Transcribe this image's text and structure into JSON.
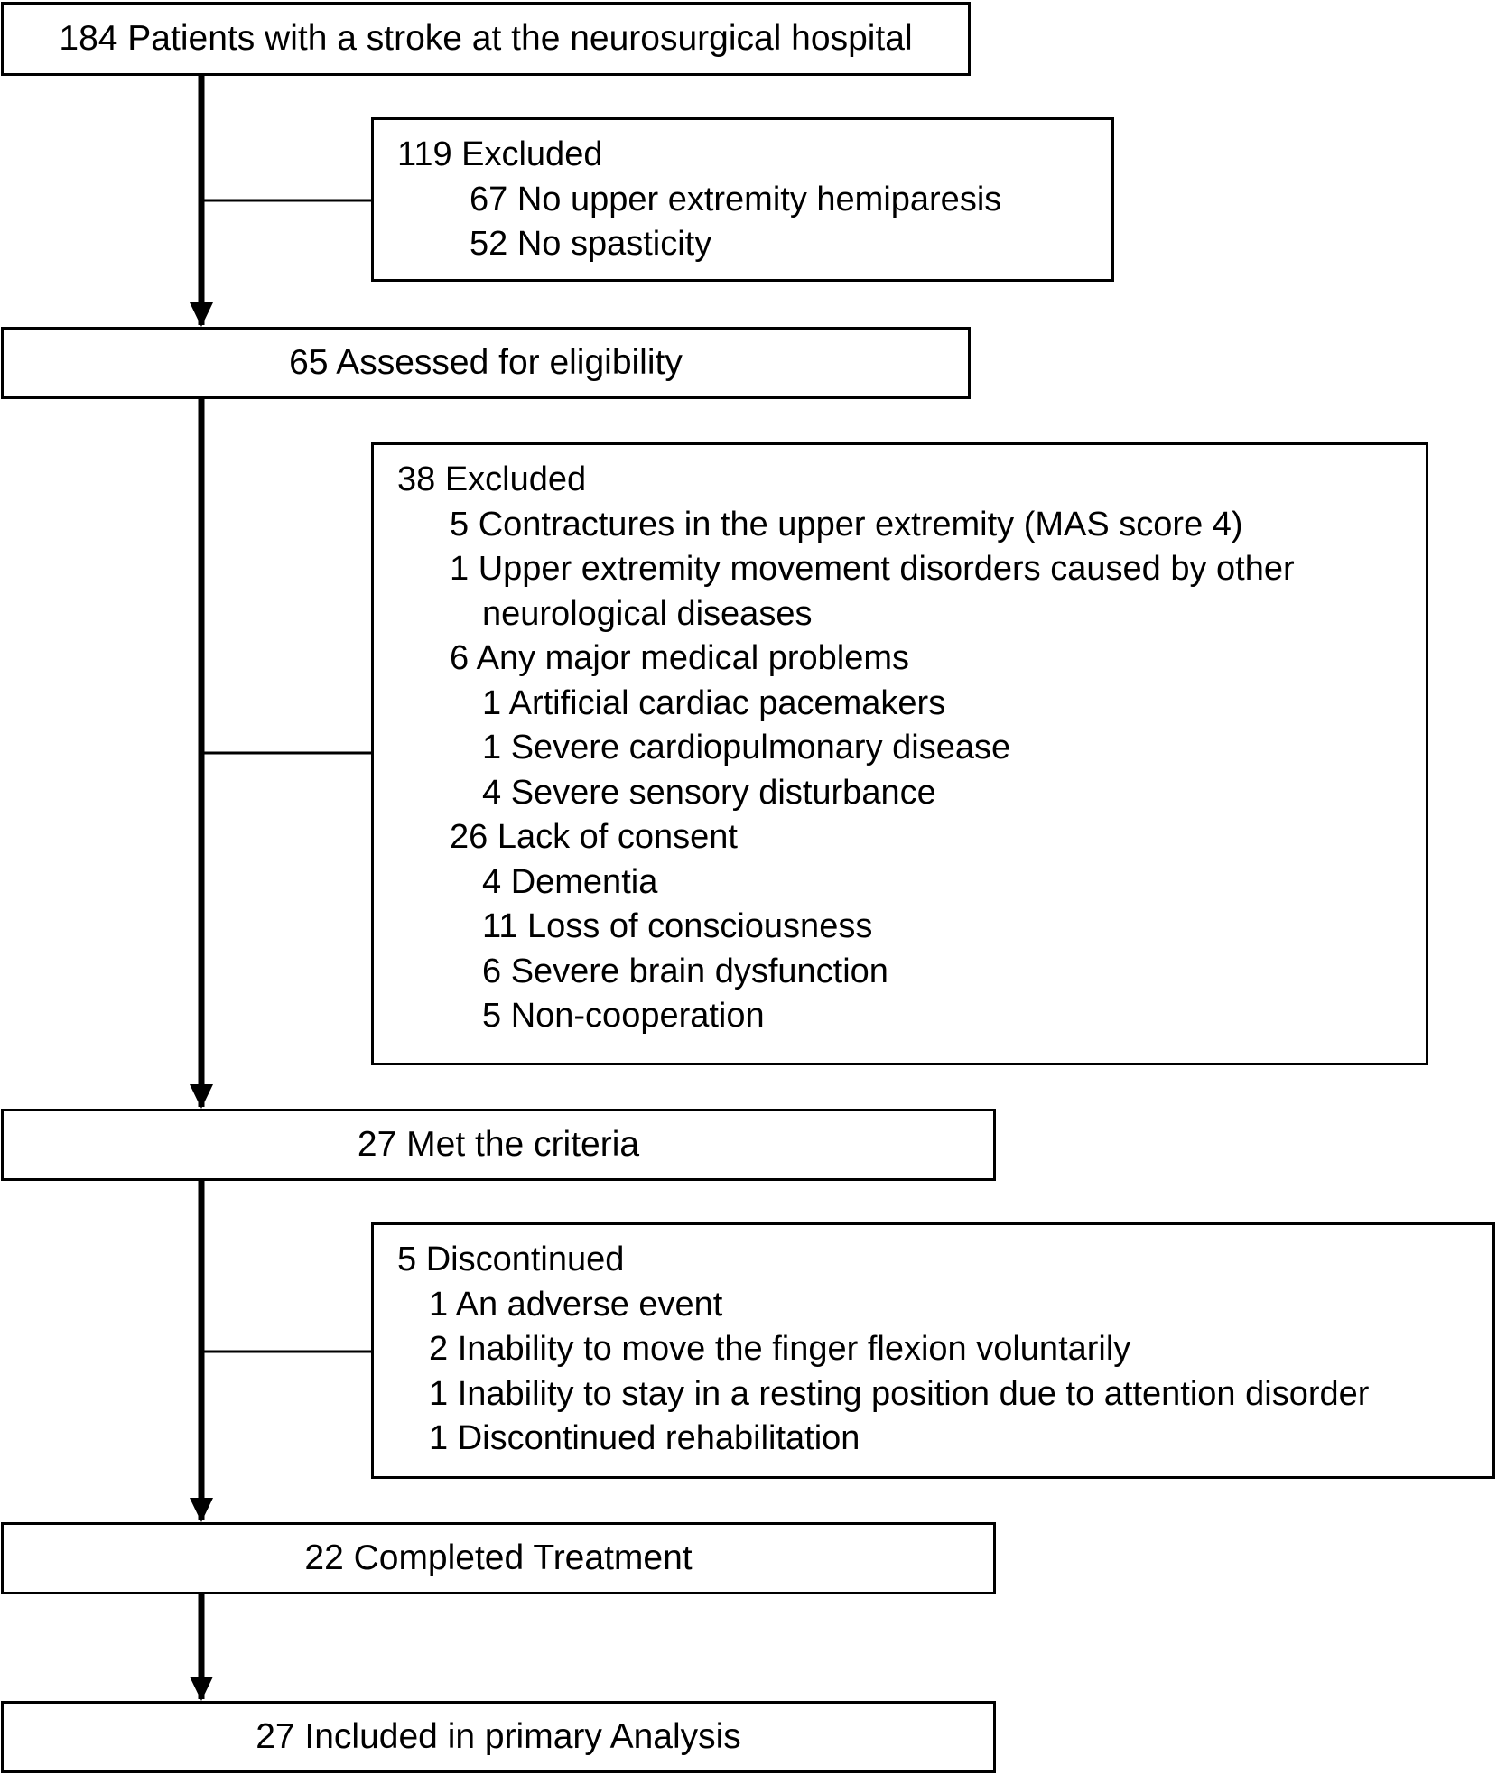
{
  "stages": [
    {
      "label": "184 Patients with a stroke at the neurosurgical hospital"
    },
    {
      "label": "65 Assessed for eligibility"
    },
    {
      "label": "27 Met the criteria"
    },
    {
      "label": "22 Completed Treatment"
    },
    {
      "label": "27 Included in primary Analysis"
    }
  ],
  "exclusion_1": {
    "header": "119 Excluded",
    "lines": [
      "67 No upper extremity hemiparesis",
      "52 No spasticity"
    ]
  },
  "exclusion_2": {
    "header": "38 Excluded",
    "lines": [
      "5 Contractures in the upper extremity (MAS score 4)",
      "1 Upper extremity movement disorders caused by other",
      "neurological diseases",
      "6 Any major medical problems",
      "1 Artificial cardiac pacemakers",
      "1 Severe cardiopulmonary disease",
      "4 Severe sensory disturbance",
      "26 Lack of consent",
      "4 Dementia",
      "11 Loss of consciousness",
      "6 Severe brain dysfunction",
      "5 Non-cooperation"
    ]
  },
  "discontinued": {
    "header": "5 Discontinued",
    "lines": [
      "1 An adverse event",
      "2 Inability to move the finger flexion voluntarily",
      "1 Inability to stay in a resting position due to attention disorder",
      "1 Discontinued rehabilitation"
    ]
  }
}
